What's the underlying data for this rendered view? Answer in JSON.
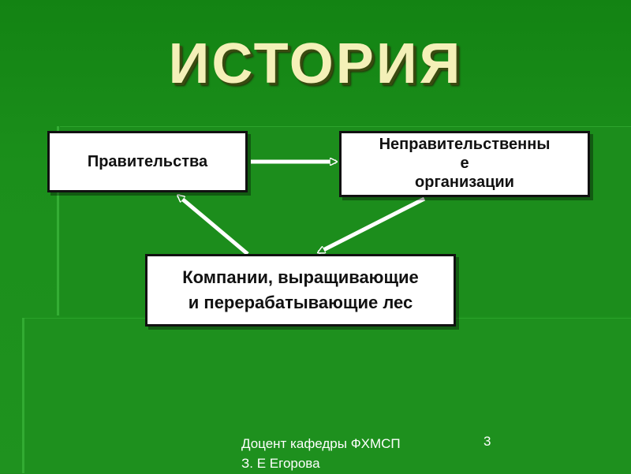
{
  "slide": {
    "title": "ИСТОРИЯ",
    "footer": {
      "line1": "Доцент кафедры ФХМСП",
      "line2": "З. Е Егорова",
      "page_number": "3"
    }
  },
  "diagram": {
    "nodes": {
      "government": {
        "label": "Правительства"
      },
      "ngo": {
        "lines": [
          "Неправительственны",
          "е",
          "организации"
        ]
      },
      "companies": {
        "lines": [
          "Компании, выращивающие",
          "и перерабатывающие лес"
        ]
      }
    },
    "edges": [
      {
        "from": "government",
        "to": "ngo"
      },
      {
        "from": "ngo",
        "to": "companies"
      },
      {
        "from": "companies",
        "to": "government"
      }
    ]
  },
  "colors": {
    "background": "#1f8a1f",
    "title": "#f4f0b8",
    "box_fill": "#ffffff",
    "box_border": "#111111",
    "arrow": "#ffffff"
  }
}
